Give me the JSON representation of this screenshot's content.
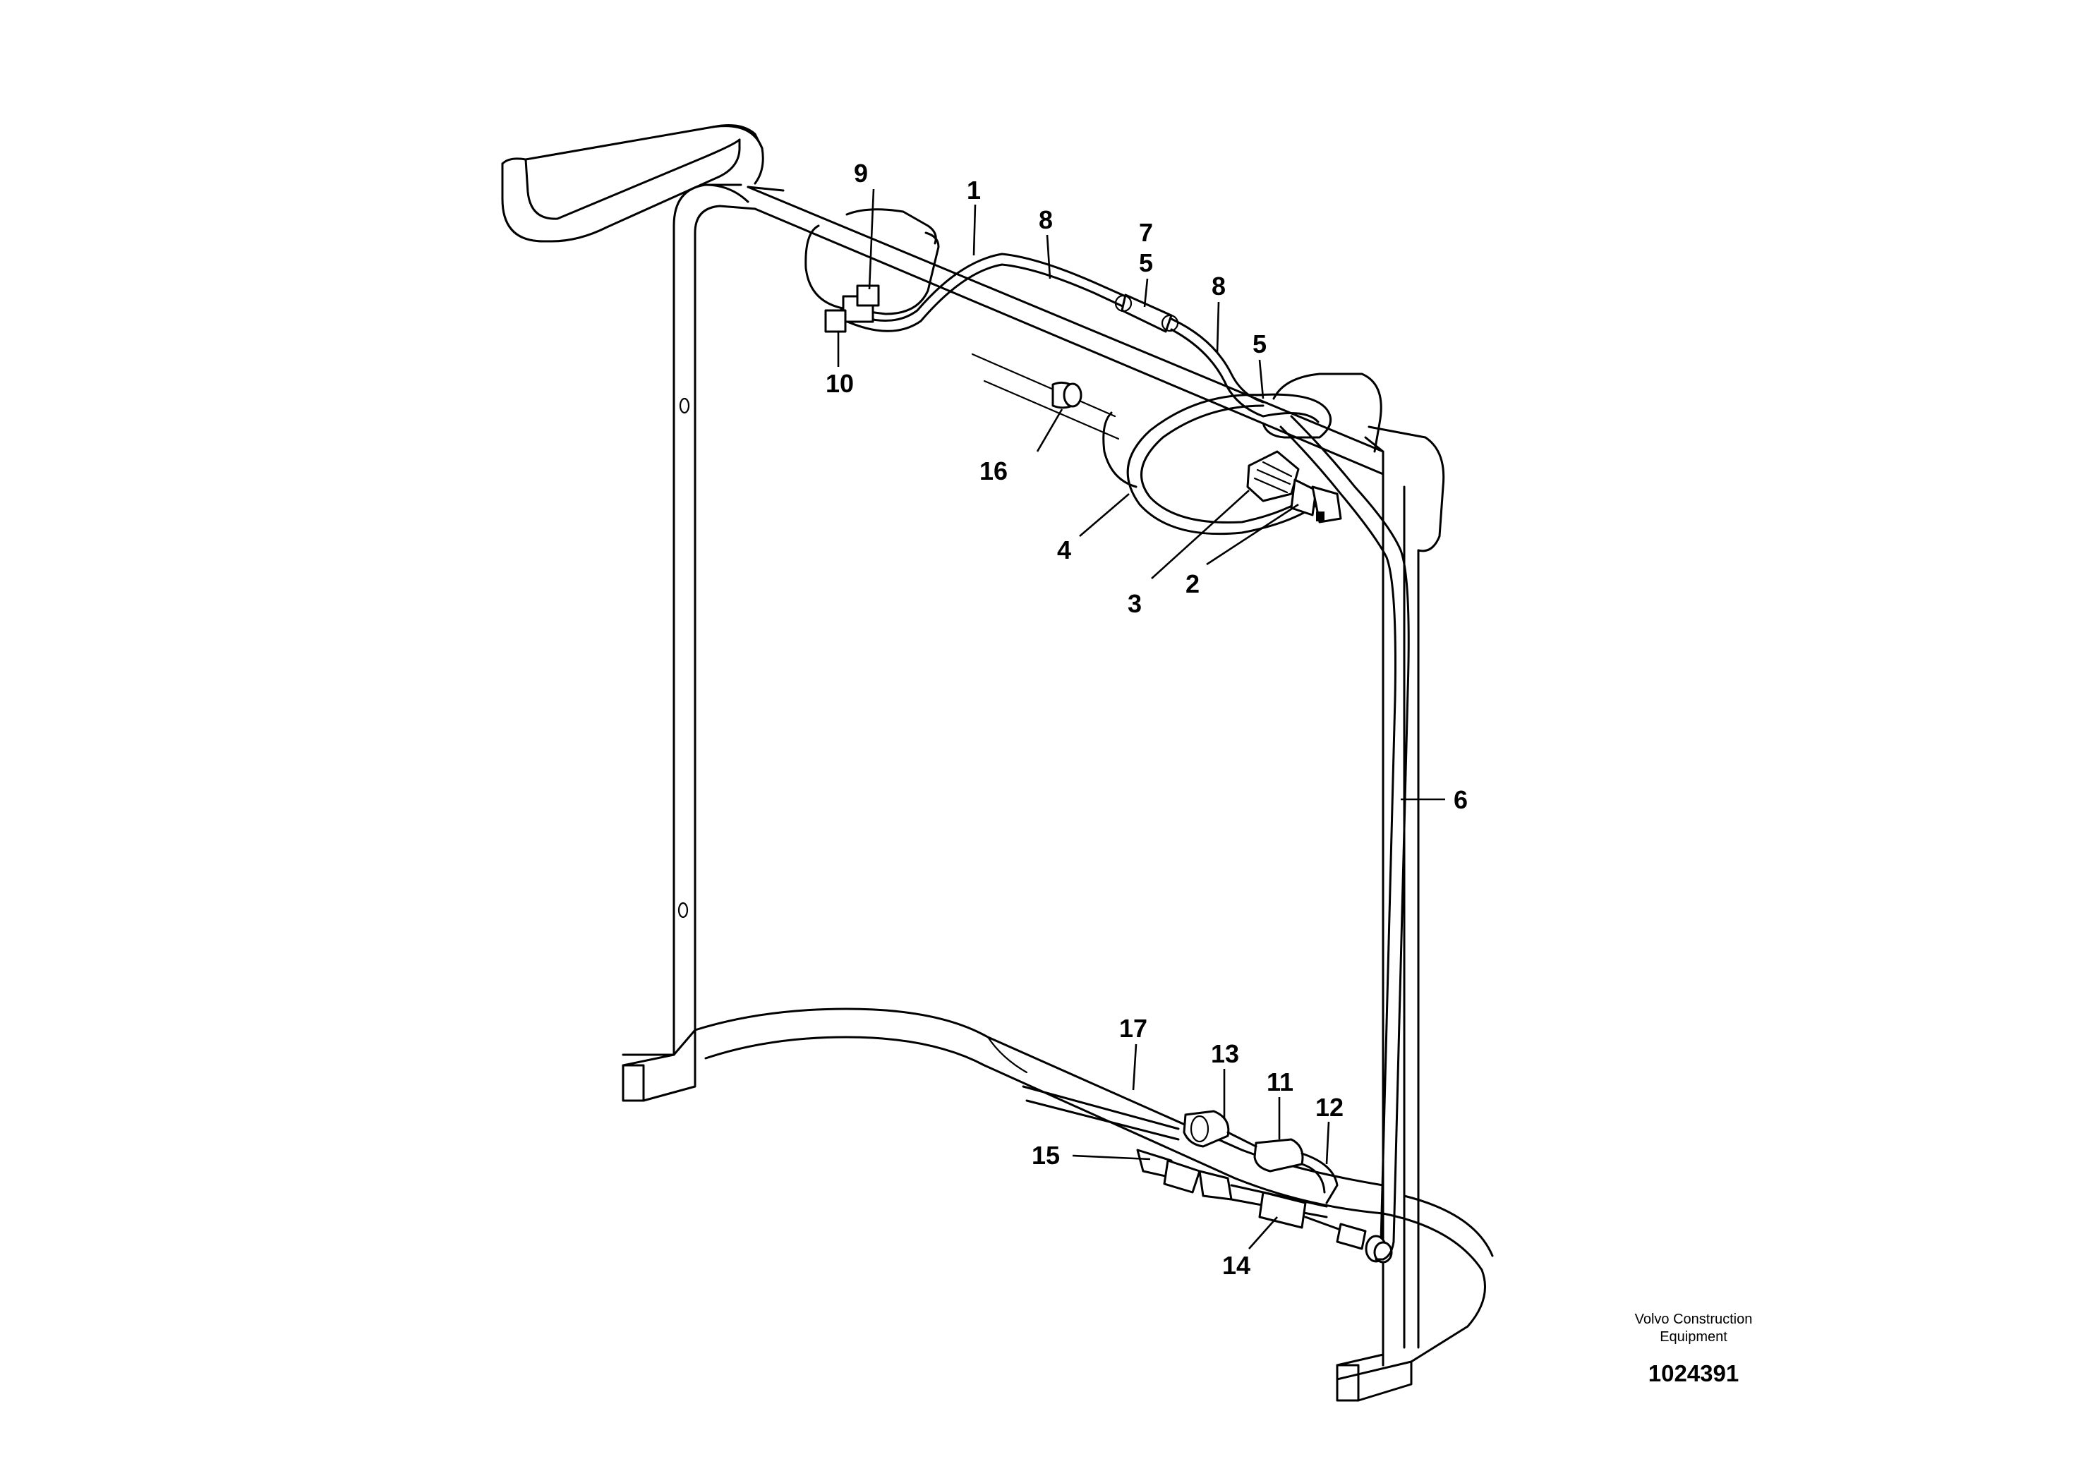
{
  "diagram": {
    "callouts": [
      "1",
      "2",
      "3",
      "4",
      "5",
      "5",
      "6",
      "7",
      "8",
      "8",
      "9",
      "10",
      "11",
      "12",
      "13",
      "14",
      "15",
      "16",
      "17"
    ]
  },
  "footer": {
    "company_line1": "Volvo Construction",
    "company_line2": "Equipment",
    "document_number": "1024391"
  }
}
